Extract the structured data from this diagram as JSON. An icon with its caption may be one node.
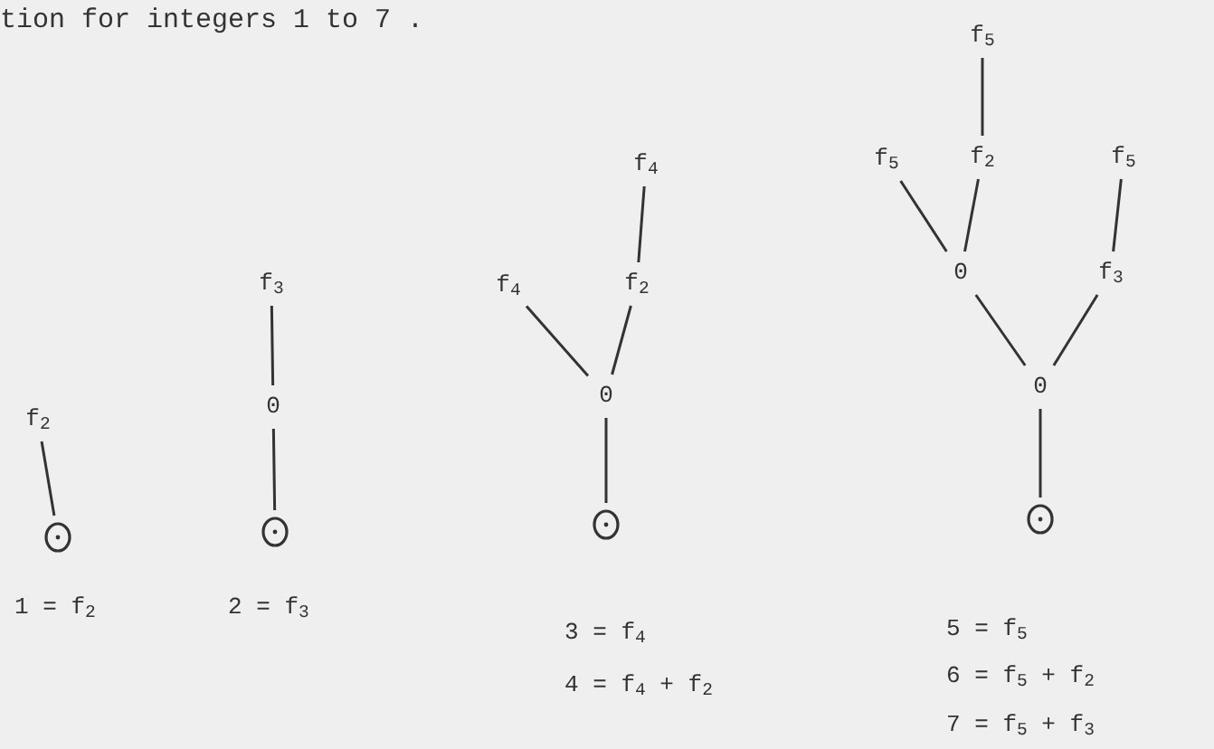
{
  "diagram": {
    "nodes": [
      {
        "text": [
          "f$_{2}$"
        ]
      },
      {
        "text": [],
        "shape": "circle"
      },
      {
        "text": [
          "f$_{3}$"
        ]
      },
      {
        "text": [
          "0"
        ]
      },
      {
        "text": [],
        "shape": "circle"
      },
      {
        "text": [
          "f$_{4}$"
        ]
      },
      {
        "text": [
          "f$_{4}$"
        ]
      },
      {
        "text": [
          "f$_{2}$"
        ]
      },
      {
        "text": [
          "0"
        ]
      },
      {
        "text": [],
        "shape": "circle"
      },
      {
        "text": [
          "f$_{5}$"
        ]
      },
      {
        "text": [
          "f$_{5}$"
        ]
      },
      {
        "text": [
          "f$_{2}$"
        ]
      },
      {
        "text": [
          "f$_{5}$"
        ]
      },
      {
        "text": [
          "0"
        ]
      },
      {
        "text": [
          "f$_{3}$"
        ]
      },
      {
        "text": [
          "0"
        ]
      },
      {
        "text": [],
        "shape": "circle"
      }
    ],
    "edges": [
      {
        "from": 0,
        "to": 1,
        "arrow": "none"
      },
      {
        "from": 2,
        "to": 3,
        "arrow": "none"
      },
      {
        "from": 3,
        "to": 4,
        "arrow": "none"
      },
      {
        "from": 5,
        "to": 7,
        "arrow": "none"
      },
      {
        "from": 6,
        "to": 8,
        "arrow": "none"
      },
      {
        "from": 7,
        "to": 8,
        "arrow": "none"
      },
      {
        "from": 8,
        "to": 9,
        "arrow": "none"
      },
      {
        "from": 10,
        "to": 12,
        "arrow": "none"
      },
      {
        "from": 11,
        "to": 14,
        "arrow": "none"
      },
      {
        "from": 12,
        "to": 14,
        "arrow": "none"
      },
      {
        "from": 13,
        "to": 15,
        "arrow": "none"
      },
      {
        "from": 14,
        "to": 16,
        "arrow": "none"
      },
      {
        "from": 15,
        "to": 16,
        "arrow": "none"
      },
      {
        "from": 16,
        "to": 17,
        "arrow": "none"
      }
    ],
    "labels": [
      "tion for integers 1 to 7 .",
      "1 = f$_{2}$",
      "2 = f$_{3}$",
      "3 = f$_{4}$",
      "4 = f$_{4}$ + f$_{2}$",
      "5 = f$_{5}$",
      "6 = f$_{5}$ + f$_{2}$",
      "7 = f$_{5}$ + f$_{3}$"
    ]
  }
}
